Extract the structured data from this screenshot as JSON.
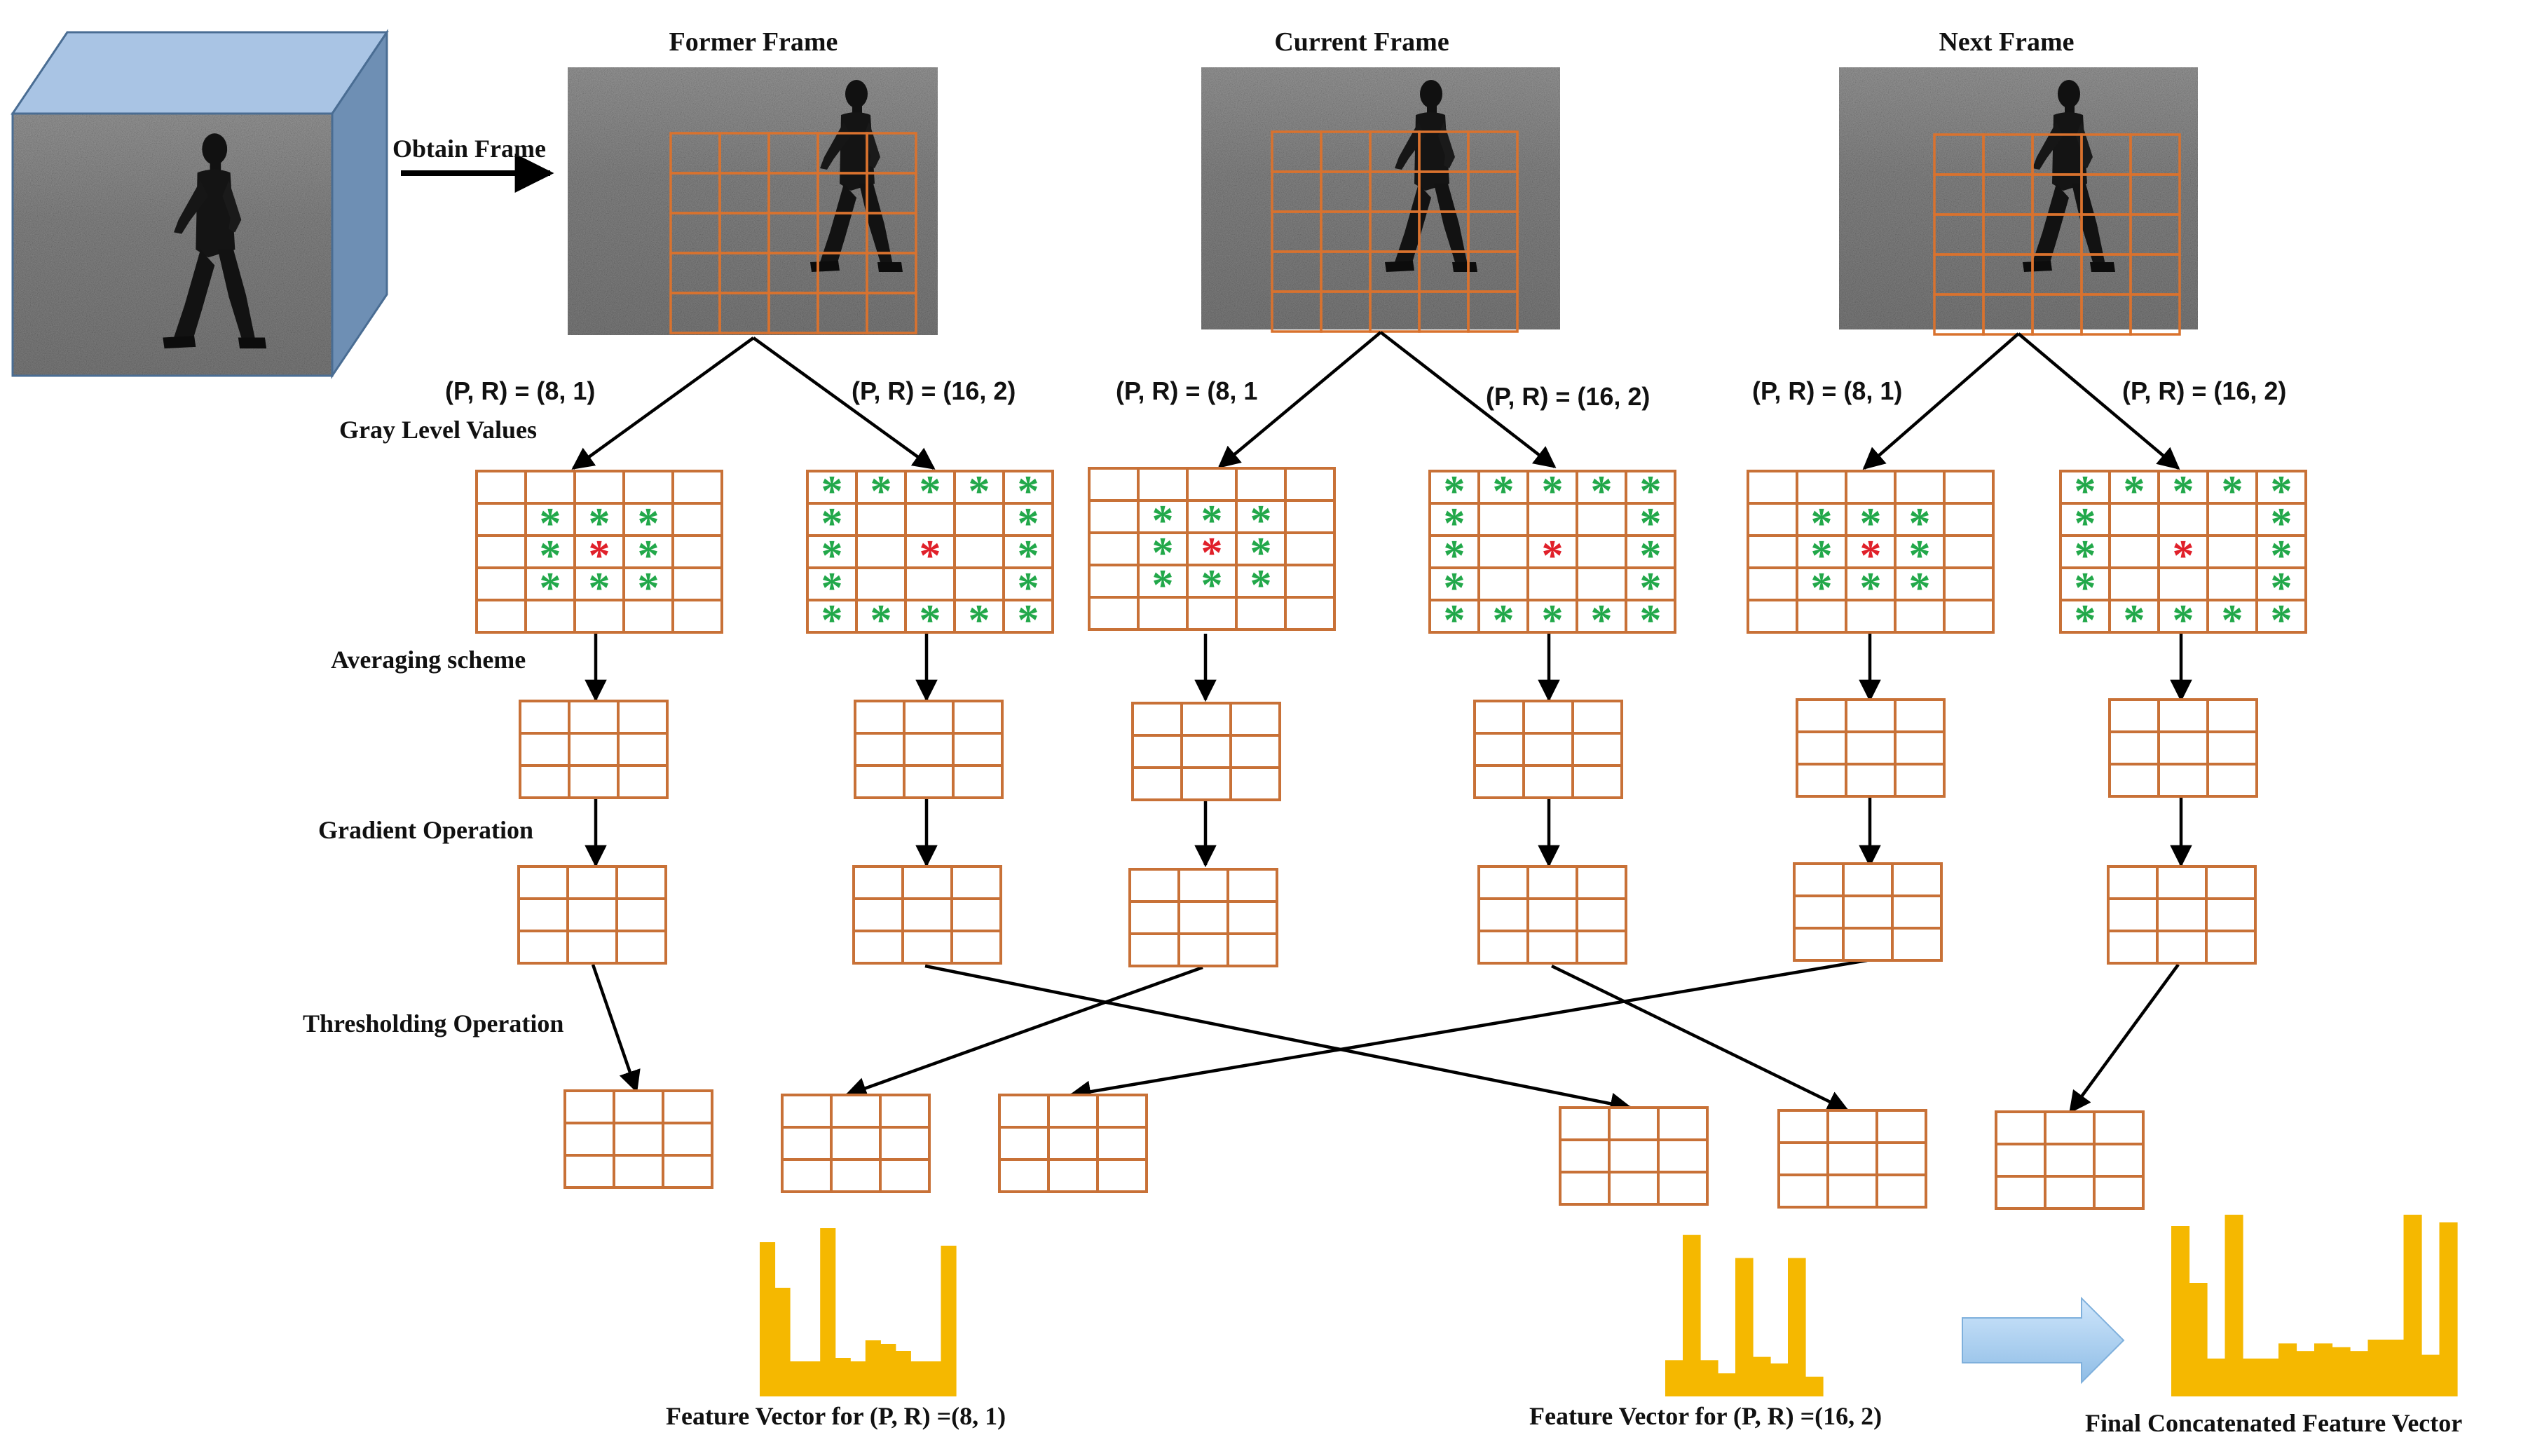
{
  "colors": {
    "grid": "#c87137",
    "frame_grid": "#d9722e",
    "neighbor_star": "#22a84a",
    "center_star": "#e0202a",
    "histogram": "#f5b800",
    "cube_top": "#a9c4e4",
    "cube_side": "#6e8fb4",
    "block_arrow": "#9cc8ee"
  },
  "frames": {
    "former": "Former Frame",
    "current": "Current Frame",
    "next": "Next Frame"
  },
  "labels": {
    "obtain_frame": "Obtain Frame",
    "gray_level_values": "Gray Level Values",
    "averaging_scheme": "Averaging scheme",
    "gradient_operation": "Gradient Operation",
    "thresholding_operation": "Thresholding Operation",
    "feature_vector_8_1": "Feature Vector for (P, R) =(8, 1)",
    "feature_vector_16_2": "Feature Vector for (P, R) =(16, 2)",
    "final_feature_vector": "Final Concatenated Feature Vector"
  },
  "pr": {
    "p8r1": "(P, R) = (8, 1)",
    "p16r2": "(P, R) = (16, 2)",
    "p8r1_alt": "(P, R) = (8, 1",
    "p16r2_alt": "(P, R) = (16, 2)"
  },
  "stars": {
    "glyph": "*"
  },
  "histograms": {
    "h8_1": [
      88,
      62,
      20,
      20,
      96,
      22,
      20,
      32,
      30,
      26,
      20,
      20,
      86
    ],
    "h16_2": [
      22,
      98,
      22,
      14,
      84,
      24,
      20,
      84,
      12
    ],
    "final": [
      90,
      60,
      20,
      96,
      20,
      20,
      28,
      24,
      28,
      26,
      24,
      30,
      30,
      96,
      22,
      92
    ]
  }
}
